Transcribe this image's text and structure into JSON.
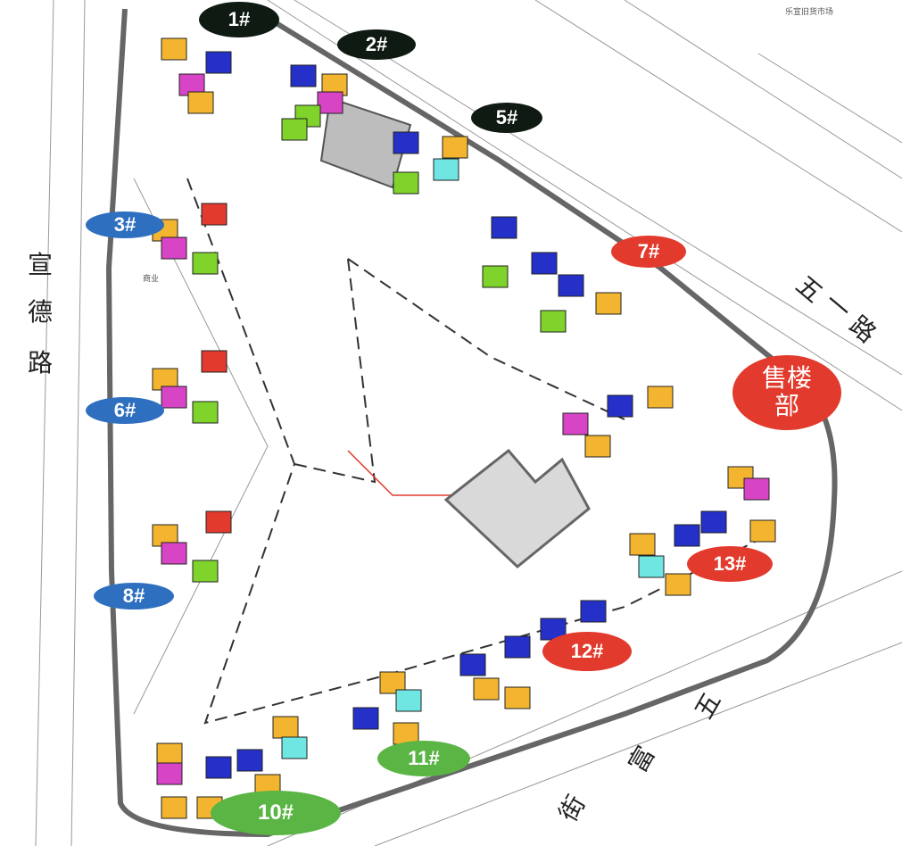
{
  "title": "Site plan",
  "buildings": {
    "b1": "1#",
    "b2": "2#",
    "b5": "5#",
    "b3": "3#",
    "b7": "7#",
    "b6": "6#",
    "sales": "售楼部",
    "b13": "13#",
    "b8": "8#",
    "b12": "12#",
    "b11": "11#",
    "b10": "10#"
  },
  "roads": {
    "xuande": [
      "宣",
      "德",
      "路"
    ],
    "wuyi": [
      "五",
      "一",
      "路"
    ],
    "wufu": [
      "五",
      "富",
      "街"
    ]
  },
  "notes": {
    "market": "乐宣旧货市场",
    "commercial": "商业"
  },
  "colors": {
    "yellow": "#f3b52f",
    "blue": "#2430c8",
    "green": "#7fd32a",
    "magenta": "#d844c6",
    "red": "#e23a2c",
    "cyan": "#6fe6e2"
  }
}
